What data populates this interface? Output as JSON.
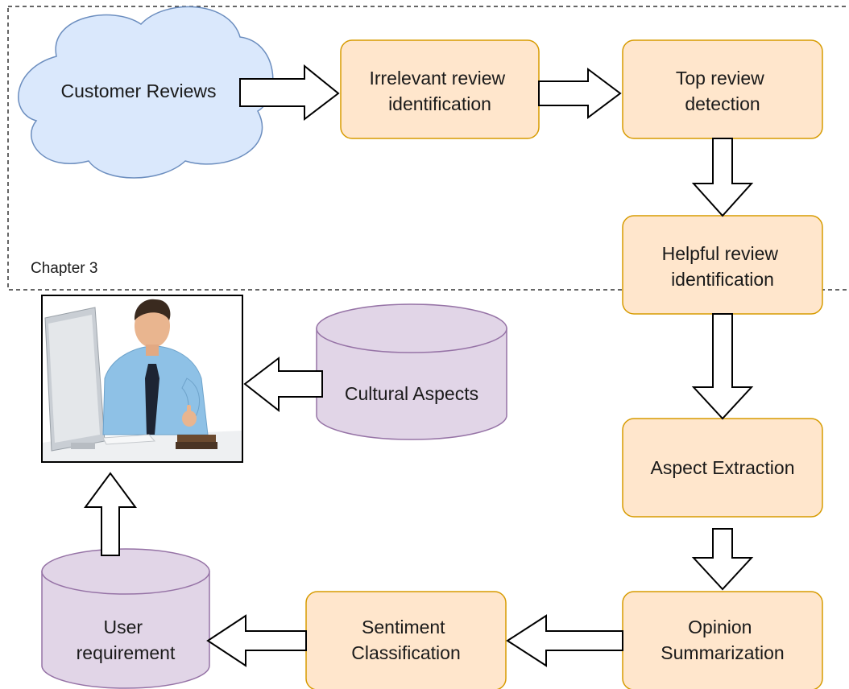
{
  "group": {
    "label": "Chapter 3"
  },
  "nodes": {
    "customer_reviews": {
      "label": "Customer Reviews"
    },
    "irrelevant": {
      "lines": [
        "Irrelevant review",
        "identification"
      ]
    },
    "top": {
      "lines": [
        "Top review",
        "detection"
      ]
    },
    "helpful": {
      "lines": [
        "Helpful review",
        "identification"
      ]
    },
    "aspect": {
      "lines": [
        "Aspect Extraction"
      ]
    },
    "opinion": {
      "lines": [
        "Opinion",
        "Summarization"
      ]
    },
    "sentiment": {
      "lines": [
        "Sentiment",
        "Classification"
      ]
    },
    "user_req": {
      "lines": [
        "User",
        "requirement"
      ]
    },
    "cultural": {
      "lines": [
        "Cultural Aspects"
      ]
    },
    "user_image": {
      "icon": "businessman-at-computer-photo"
    }
  },
  "colors": {
    "process_fill": "#ffe6cc",
    "process_stroke": "#d79b00",
    "cloud_fill": "#dae8fc",
    "cloud_stroke": "#6c8ebf",
    "db_fill": "#e1d5e7",
    "db_stroke": "#9673a6"
  }
}
